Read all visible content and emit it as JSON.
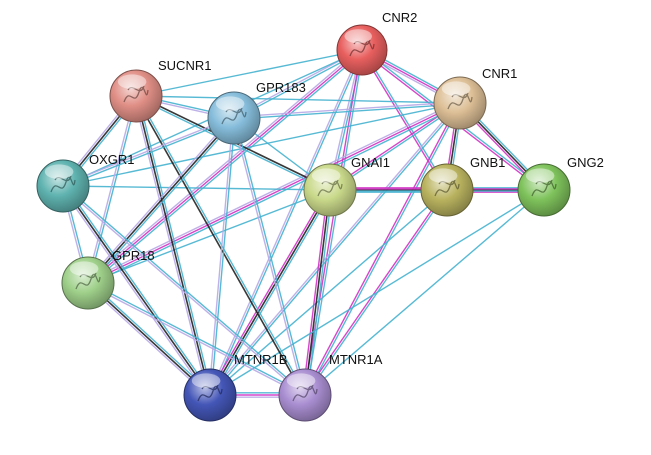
{
  "nodes": [
    {
      "id": "CNR2",
      "label": "CNR2",
      "color": "#e8605f",
      "icon": "protein-structure-icon"
    },
    {
      "id": "SUCNR1",
      "label": "SUCNR1",
      "color": "#e08f86",
      "icon": "protein-structure-icon"
    },
    {
      "id": "GPR183",
      "label": "GPR183",
      "color": "#86bddb",
      "icon": "protein-structure-icon"
    },
    {
      "id": "CNR1",
      "label": "CNR1",
      "color": "#ddbf96",
      "icon": "protein-structure-icon"
    },
    {
      "id": "OXGR1",
      "label": "OXGR1",
      "color": "#5fb3b0",
      "icon": "protein-structure-icon"
    },
    {
      "id": "GNAI1",
      "label": "GNAI1",
      "color": "#c9d98a",
      "icon": "protein-structure-icon"
    },
    {
      "id": "GNB1",
      "label": "GNB1",
      "color": "#b9b35f",
      "icon": "protein-structure-icon"
    },
    {
      "id": "GNG2",
      "label": "GNG2",
      "color": "#7fc35c",
      "icon": "protein-structure-icon"
    },
    {
      "id": "GPR18",
      "label": "GPR18",
      "color": "#9fd08a",
      "icon": "protein-structure-icon"
    },
    {
      "id": "MTNR1B",
      "label": "MTNR1B",
      "color": "#4456b7",
      "icon": "protein-structure-icon"
    },
    {
      "id": "MTNR1A",
      "label": "MTNR1A",
      "color": "#a98ed1",
      "icon": "protein-structure-icon"
    }
  ],
  "edge_colors": {
    "database": "#45b2cf",
    "experimental": "#d032c4",
    "coexpression": "#222222",
    "textmining": "#b7a8e6"
  },
  "edges": [
    {
      "a": "CNR2",
      "b": "CNR1",
      "types": [
        "database",
        "experimental",
        "textmining"
      ]
    },
    {
      "a": "CNR2",
      "b": "GNB1",
      "types": [
        "database",
        "experimental"
      ]
    },
    {
      "a": "CNR2",
      "b": "GNAI1",
      "types": [
        "database",
        "textmining"
      ]
    },
    {
      "a": "CNR2",
      "b": "GNG2",
      "types": [
        "database",
        "experimental"
      ]
    },
    {
      "a": "CNR2",
      "b": "SUCNR1",
      "types": [
        "database"
      ]
    },
    {
      "a": "CNR2",
      "b": "GPR183",
      "types": [
        "database",
        "textmining"
      ]
    },
    {
      "a": "CNR2",
      "b": "OXGR1",
      "types": [
        "database"
      ]
    },
    {
      "a": "CNR2",
      "b": "GPR18",
      "types": [
        "database",
        "experimental",
        "textmining"
      ]
    },
    {
      "a": "CNR2",
      "b": "MTNR1B",
      "types": [
        "database",
        "textmining"
      ]
    },
    {
      "a": "CNR2",
      "b": "MTNR1A",
      "types": [
        "database",
        "experimental"
      ]
    },
    {
      "a": "CNR1",
      "b": "GNB1",
      "types": [
        "database",
        "coexpression",
        "experimental"
      ]
    },
    {
      "a": "CNR1",
      "b": "GNAI1",
      "types": [
        "database",
        "experimental"
      ]
    },
    {
      "a": "CNR1",
      "b": "GNG2",
      "types": [
        "database",
        "coexpression",
        "experimental"
      ]
    },
    {
      "a": "CNR1",
      "b": "SUCNR1",
      "types": [
        "database"
      ]
    },
    {
      "a": "CNR1",
      "b": "GPR183",
      "types": [
        "database",
        "textmining"
      ]
    },
    {
      "a": "CNR1",
      "b": "OXGR1",
      "types": [
        "database"
      ]
    },
    {
      "a": "CNR1",
      "b": "GPR18",
      "types": [
        "database",
        "experimental",
        "textmining"
      ]
    },
    {
      "a": "CNR1",
      "b": "MTNR1B",
      "types": [
        "database",
        "textmining"
      ]
    },
    {
      "a": "CNR1",
      "b": "MTNR1A",
      "types": [
        "database",
        "experimental"
      ]
    },
    {
      "a": "GNB1",
      "b": "GNAI1",
      "types": [
        "database",
        "coexpression",
        "experimental"
      ]
    },
    {
      "a": "GNB1",
      "b": "GNG2",
      "types": [
        "database",
        "coexpression",
        "experimental"
      ]
    },
    {
      "a": "GNB1",
      "b": "MTNR1A",
      "types": [
        "database",
        "experimental"
      ]
    },
    {
      "a": "GNB1",
      "b": "MTNR1B",
      "types": [
        "database"
      ]
    },
    {
      "a": "GNAI1",
      "b": "MTNR1A",
      "types": [
        "database",
        "coexpression",
        "experimental"
      ]
    },
    {
      "a": "GNAI1",
      "b": "MTNR1B",
      "types": [
        "database",
        "coexpression",
        "experimental"
      ]
    },
    {
      "a": "GNAI1",
      "b": "SUCNR1",
      "types": [
        "database",
        "coexpression"
      ]
    },
    {
      "a": "GNAI1",
      "b": "GPR183",
      "types": [
        "database"
      ]
    },
    {
      "a": "GNAI1",
      "b": "OXGR1",
      "types": [
        "database"
      ]
    },
    {
      "a": "GNAI1",
      "b": "GPR18",
      "types": [
        "database"
      ]
    },
    {
      "a": "GNG2",
      "b": "MTNR1A",
      "types": [
        "database"
      ]
    },
    {
      "a": "GNG2",
      "b": "MTNR1B",
      "types": [
        "database"
      ]
    },
    {
      "a": "GNG2",
      "b": "GNAI1",
      "types": [
        "database",
        "experimental"
      ]
    },
    {
      "a": "SUCNR1",
      "b": "GPR183",
      "types": [
        "database",
        "textmining"
      ]
    },
    {
      "a": "SUCNR1",
      "b": "OXGR1",
      "types": [
        "database",
        "coexpression",
        "textmining"
      ]
    },
    {
      "a": "SUCNR1",
      "b": "GPR18",
      "types": [
        "database",
        "textmining"
      ]
    },
    {
      "a": "SUCNR1",
      "b": "MTNR1B",
      "types": [
        "database",
        "coexpression",
        "textmining"
      ]
    },
    {
      "a": "SUCNR1",
      "b": "MTNR1A",
      "types": [
        "database",
        "coexpression"
      ]
    },
    {
      "a": "GPR183",
      "b": "OXGR1",
      "types": [
        "database",
        "textmining"
      ]
    },
    {
      "a": "GPR183",
      "b": "GPR18",
      "types": [
        "database",
        "coexpression",
        "textmining"
      ]
    },
    {
      "a": "GPR183",
      "b": "MTNR1B",
      "types": [
        "database",
        "textmining"
      ]
    },
    {
      "a": "GPR183",
      "b": "MTNR1A",
      "types": [
        "database",
        "textmining"
      ]
    },
    {
      "a": "OXGR1",
      "b": "GPR18",
      "types": [
        "database",
        "textmining"
      ]
    },
    {
      "a": "OXGR1",
      "b": "MTNR1B",
      "types": [
        "database",
        "coexpression",
        "textmining"
      ]
    },
    {
      "a": "OXGR1",
      "b": "MTNR1A",
      "types": [
        "database",
        "textmining"
      ]
    },
    {
      "a": "GPR18",
      "b": "MTNR1B",
      "types": [
        "database",
        "coexpression",
        "textmining"
      ]
    },
    {
      "a": "GPR18",
      "b": "MTNR1A",
      "types": [
        "database",
        "textmining"
      ]
    },
    {
      "a": "MTNR1B",
      "b": "MTNR1A",
      "types": [
        "database",
        "experimental",
        "textmining"
      ]
    }
  ]
}
